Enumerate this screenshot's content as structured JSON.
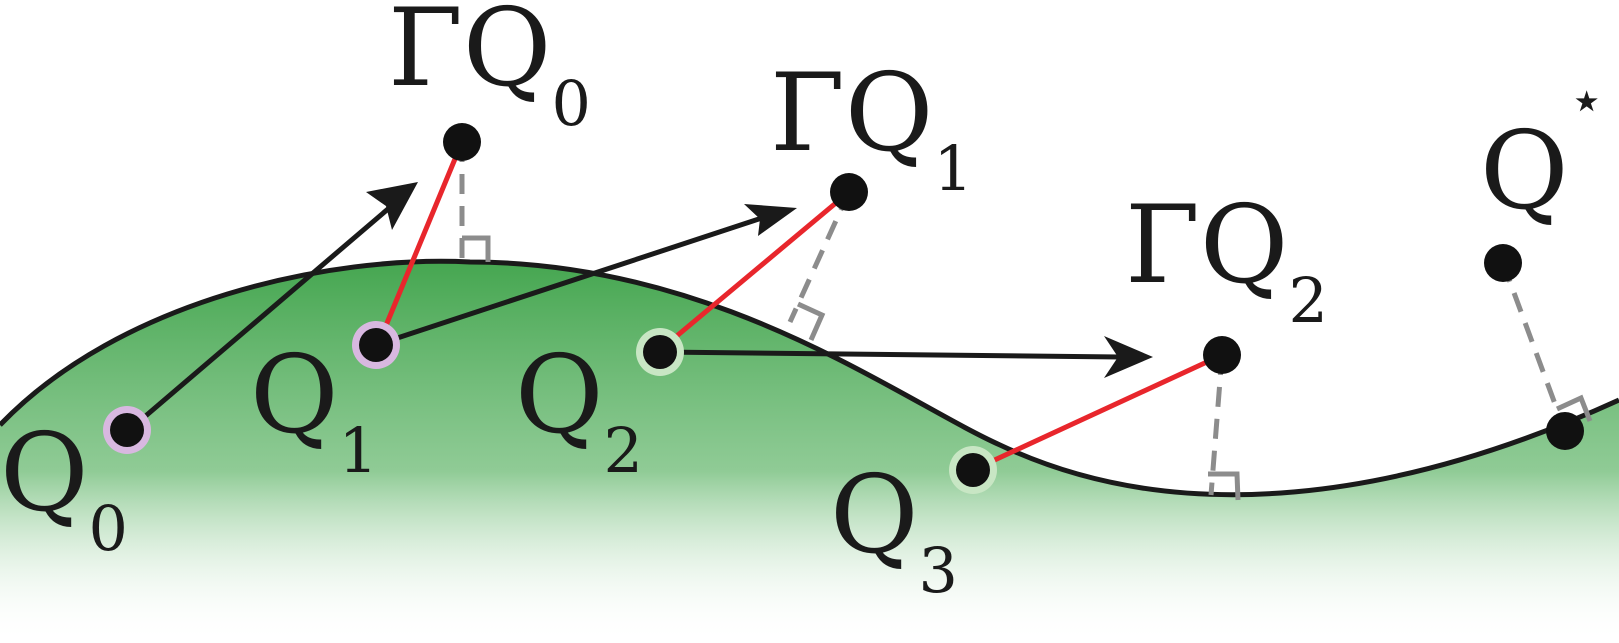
{
  "colors": {
    "region_fill": "#45a650",
    "curve": "#1a1a1a",
    "arrow": "#1a1a1a",
    "red_segment": "#e8262c",
    "dashed_projection": "#8c8c8c",
    "point": "#111111",
    "ring_purple": "#d8b8e0",
    "ring_green": "#c8e6c4"
  },
  "labels": {
    "gq0": {
      "main": "ΓQ",
      "sub": "0"
    },
    "gq1": {
      "main": "ΓQ",
      "sub": "1"
    },
    "gq2": {
      "main": "ΓQ",
      "sub": "2"
    },
    "q0": {
      "main": "Q",
      "sub": "0"
    },
    "q1": {
      "main": "Q",
      "sub": "1"
    },
    "q2": {
      "main": "Q",
      "sub": "2"
    },
    "q3": {
      "main": "Q",
      "sub": "3"
    },
    "qstar": {
      "main": "Q",
      "sup": "⋆"
    }
  }
}
